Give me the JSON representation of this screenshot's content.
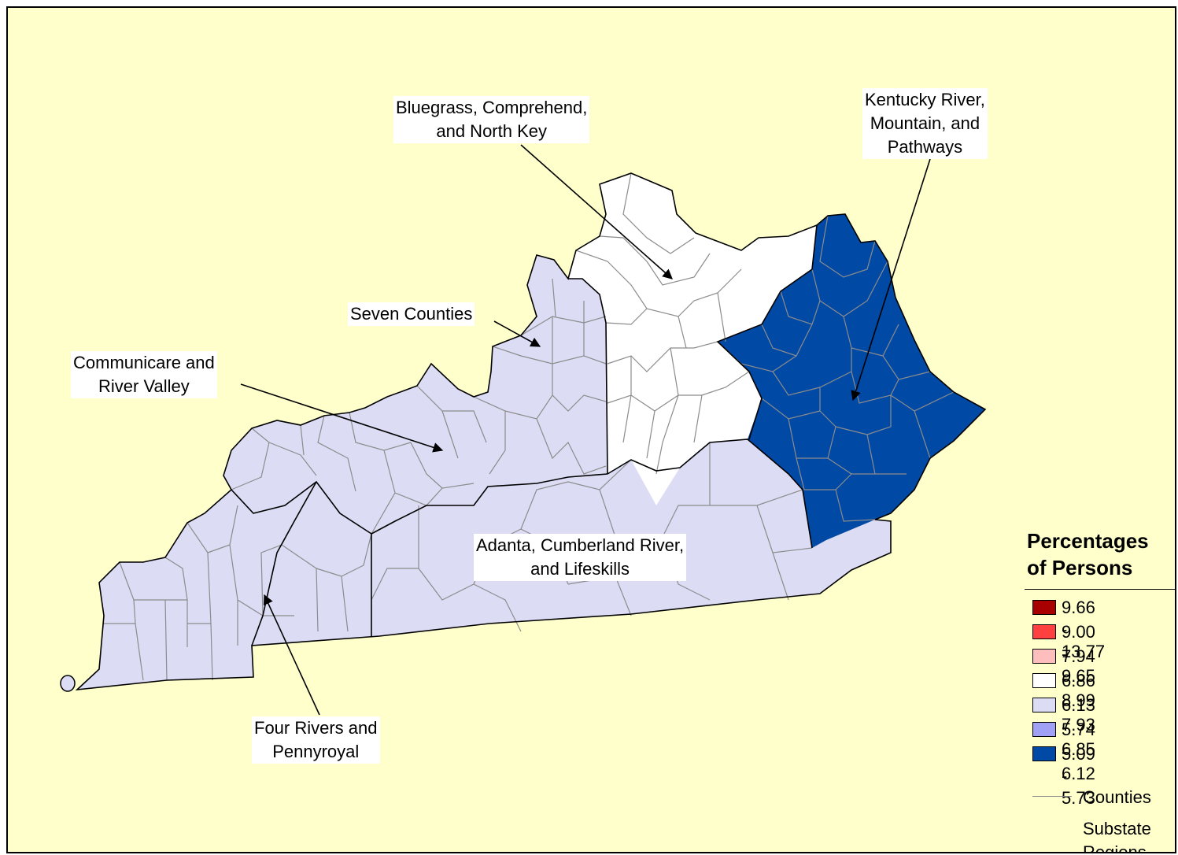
{
  "colors": {
    "background": "#ffffcc",
    "frame": "#000000",
    "county_border": "#8c8c8c",
    "substate_border": "#000000",
    "class_9_66_13_77": "#a80000",
    "class_9_00_9_65": "#ff4040",
    "class_7_94_8_99": "#ffbebe",
    "class_6_86_7_93": "#ffffff",
    "class_6_13_6_85": "#dcdcf5",
    "class_5_74_6_12": "#a0a0f5",
    "class_5_09_5_73": "#0049a5"
  },
  "callouts": {
    "bluegrass": [
      "Bluegrass, Comprehend,",
      "and North Key"
    ],
    "kentucky_river": [
      "Kentucky River,",
      "Mountain, and",
      "Pathways"
    ],
    "seven_counties": [
      "Seven Counties"
    ],
    "communicare": [
      "Communicare and",
      "River Valley"
    ],
    "adanta": [
      "Adanta, Cumberland River,",
      "and Lifeskills"
    ],
    "four_rivers": [
      "Four Rivers and",
      "Pennyroyal"
    ]
  },
  "regions": [
    {
      "name": "Bluegrass, Comprehend, and North Key",
      "legend_class": "6.86 - 7.93"
    },
    {
      "name": "Kentucky River, Mountain, and Pathways",
      "legend_class": "5.09 - 5.73"
    },
    {
      "name": "Seven Counties",
      "legend_class": "6.13 - 6.85"
    },
    {
      "name": "Communicare and River Valley",
      "legend_class": "6.13 - 6.85"
    },
    {
      "name": "Adanta, Cumberland River, and Lifeskills",
      "legend_class": "6.13 - 6.85"
    },
    {
      "name": "Four Rivers and Pennyroyal",
      "legend_class": "6.13 - 6.85"
    }
  ],
  "legend": {
    "title": [
      "Percentages",
      "of Persons"
    ],
    "classes": [
      {
        "label": "9.66 - 13.77",
        "color": "#a80000"
      },
      {
        "label": "9.00 - 9.65",
        "color": "#ff4040"
      },
      {
        "label": "7.94 - 8.99",
        "color": "#ffbebe"
      },
      {
        "label": "6.86 - 7.93",
        "color": "#ffffff"
      },
      {
        "label": "6.13 - 6.85",
        "color": "#dcdcf5"
      },
      {
        "label": "5.74 - 6.12",
        "color": "#a0a0f5"
      },
      {
        "label": "5.09 - 5.73",
        "color": "#0049a5"
      }
    ],
    "counties_label": "Counties",
    "substate_label": [
      "Substate",
      "Regions"
    ]
  }
}
